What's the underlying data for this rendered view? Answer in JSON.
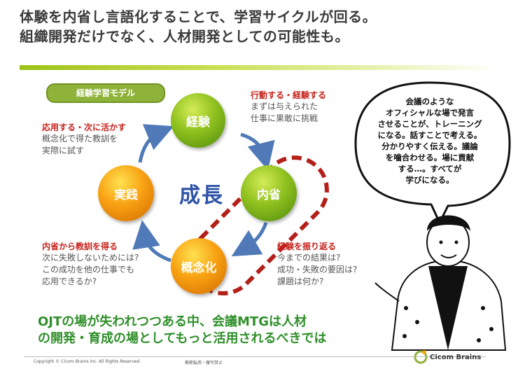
{
  "slide": {
    "title_line1": "体験を内省し言語化することで、学習サイクルが回る。",
    "title_line2": "組織開発だけでなく、人材開発としての可能性も。",
    "model_label": "経験学習モデル",
    "grow_label": "成長",
    "nodes": {
      "experience": "経験",
      "reflection": "内省",
      "concept": "概念化",
      "practice": "実践"
    },
    "captions": {
      "top_right_title": "行動する・経験する",
      "top_right_lines": [
        "まずは与えられた",
        "仕事に果敢に挑戦"
      ],
      "top_left_title": "応用する・次に活かす",
      "top_left_lines": [
        "概念化で得た教訓を",
        "実際に試す"
      ],
      "bottom_left_title": "内省から教訓を得る",
      "bottom_left_lines": [
        "次に失敗しないためには?",
        "この成功を他の仕事でも",
        "応用できるか?"
      ],
      "bottom_right_title": "経験を振り返る",
      "bottom_right_lines": [
        "今までの結果は?",
        "成功・失敗の要因は?",
        "課題は何か?"
      ]
    },
    "bubble_lines": [
      "会議のような",
      "オフィシャルな場で発言",
      "させることが、トレーニング",
      "になる。話すことで考える。",
      "分かりやすく伝える。議論",
      "を噛合わせる。場に貢献",
      "する…。すべてが",
      "学びになる。"
    ],
    "bottom_message_line1": "OJTの場が失われつつある中、会議MTGは人材",
    "bottom_message_line2": "の開発・育成の場としてもっと活用されるべきでは",
    "footer": {
      "copyright": "Copyright © Cicom Brains inc. All Rights Reserved.",
      "reprint": "無断転用・複写禁止",
      "brand": "Cicom Brains"
    }
  },
  "colors": {
    "green_node": "#8ec01e",
    "orange_node": "#f8a112",
    "caption_red": "#c6231d",
    "grow_blue": "#2e53a7",
    "arrow_blue": "#4f79b7",
    "dash_red": "#b3201a",
    "message_green": "#2f8f2a"
  },
  "icons": [
    "arrow-icon",
    "cicom-logo-icon",
    "person-illustration"
  ]
}
